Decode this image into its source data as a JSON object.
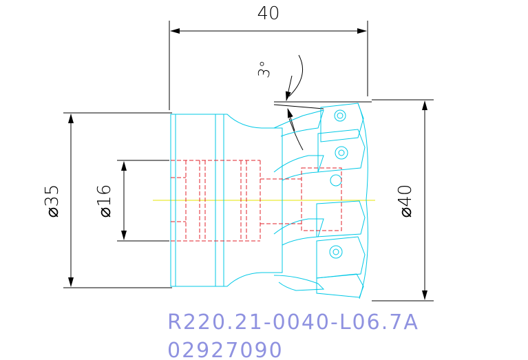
{
  "dimensions": {
    "length": "40",
    "angle": "3°",
    "shank_diameter": "⌀35",
    "bore_diameter": "⌀16",
    "cutting_diameter": "⌀40"
  },
  "part": {
    "code": "R220.21-0040-L06.7A",
    "number": "02927090"
  },
  "colors": {
    "dimension": "#000000",
    "body": "#00c8e6",
    "hidden": "#e0202a",
    "axis": "#e6e600",
    "text": "#8f92e0"
  }
}
